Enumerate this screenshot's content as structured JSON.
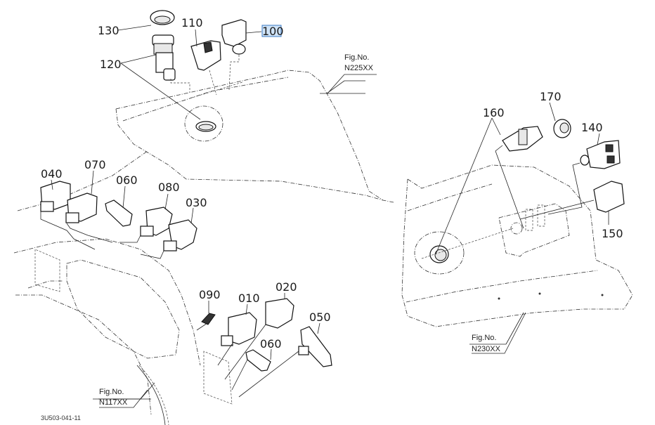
{
  "diagram": {
    "document_code": "3U503-041-11",
    "figure_refs": [
      {
        "id": "fig-n225xx",
        "label_line1": "Fig.No.",
        "label_line2": "N225XX"
      },
      {
        "id": "fig-n230xx",
        "label_line1": "Fig.No.",
        "label_line2": "N230XX"
      },
      {
        "id": "fig-n117xx",
        "label_line1": "Fig.No.",
        "label_line2": "N117XX"
      }
    ],
    "callouts": {
      "p010": "010",
      "p020": "020",
      "p030": "030",
      "p040": "040",
      "p050": "050",
      "p060a": "060",
      "p060b": "060",
      "p070": "070",
      "p080": "080",
      "p090": "090",
      "p100": "100",
      "p110": "110",
      "p120": "120",
      "p130": "130",
      "p140": "140",
      "p150": "150",
      "p160": "160",
      "p170": "170"
    },
    "selected_callout": "100",
    "highlight_color": "#cfe3f7"
  }
}
